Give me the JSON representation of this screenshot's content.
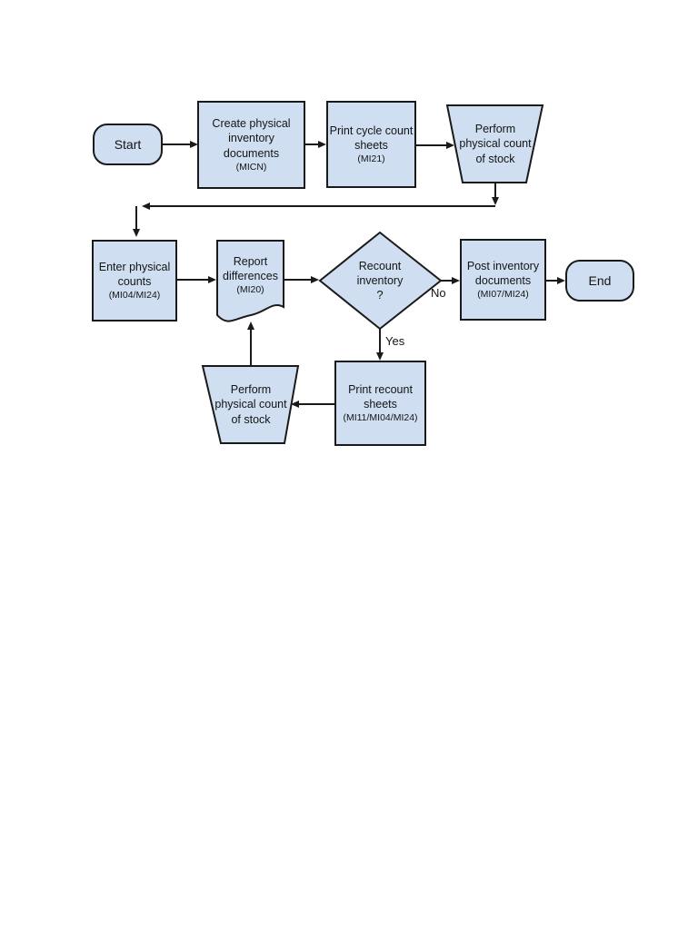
{
  "colors": {
    "node_fill": "#cfdff1",
    "node_border": "#1a1a1a",
    "line": "#1a1a1a",
    "text": "#141414",
    "page_bg": "#ffffff"
  },
  "nodes": {
    "start": {
      "label": "Start",
      "type": "terminator"
    },
    "create_docs": {
      "label": "Create physical inventory documents",
      "code": "(MICN)",
      "type": "process"
    },
    "print_cycle": {
      "label": "Print cycle count sheets",
      "code": "(MI21)",
      "type": "process"
    },
    "perform_count_top": {
      "label": "Perform physical count of stock",
      "type": "manual-operation"
    },
    "enter_counts": {
      "label": "Enter physical counts",
      "code": "(MI04/MI24)",
      "type": "process"
    },
    "report_differences": {
      "label": "Report differences",
      "code": "(MI20)",
      "type": "document"
    },
    "recount_decision": {
      "label": "Recount inventory",
      "question_mark": "?",
      "type": "decision"
    },
    "post_docs": {
      "label": "Post inventory documents",
      "code": "(MI07/MI24)",
      "type": "process"
    },
    "end": {
      "label": "End",
      "type": "terminator"
    },
    "perform_count_bottom": {
      "label": "Perform physical count of stock",
      "type": "manual-operation"
    },
    "print_recount": {
      "label": "Print recount sheets",
      "code": "(MI11/MI04/MI24)",
      "type": "process"
    }
  },
  "edge_labels": {
    "yes": "Yes",
    "no": "No"
  }
}
